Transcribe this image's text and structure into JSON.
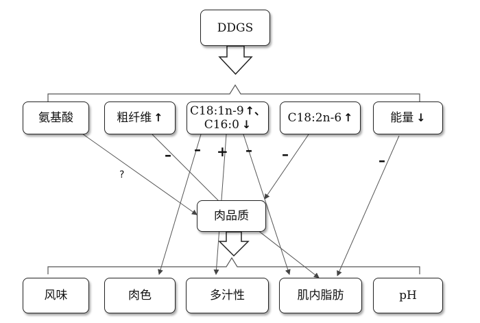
{
  "diagram": {
    "top": "DDGS",
    "factors": {
      "amino_acid": "氨基酸",
      "crude_fiber": "粗纤维",
      "crude_fiber_arrow": "↑",
      "c18_1_line1": "C18:1n-9",
      "c18_1_arrow": "↑、",
      "c16_line2": "C16:0",
      "c16_arrow": "↓",
      "c18_2": "C18:2n-6",
      "c18_2_arrow": "↑",
      "energy": "能量",
      "energy_arrow": "↓"
    },
    "center": "肉品质",
    "outcomes": [
      "风味",
      "肉色",
      "多汁性",
      "肌内脂肪",
      "pH"
    ],
    "effect_signs": {
      "crude_fiber": "–",
      "c18_1_left": "–",
      "c18_1_mid": "+",
      "c18_1_right": "–",
      "c18_2": "–",
      "energy": "–"
    },
    "unknown_effect": "?"
  },
  "colors": {
    "line": "#555555",
    "box_border": "#222222"
  }
}
